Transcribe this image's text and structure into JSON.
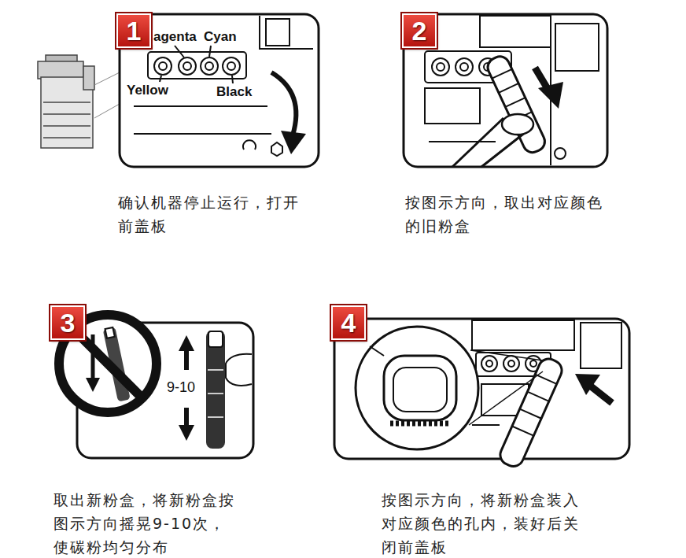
{
  "diagram": {
    "nodes": [
      {
        "text": [
          "1"
        ]
      },
      {
        "text": [
          "2"
        ]
      },
      {
        "text": [
          "3"
        ]
      },
      {
        "text": [
          "4"
        ]
      }
    ],
    "labels": [
      "agenta",
      "Cyan",
      "Yellow",
      "Black",
      "9-10",
      "确认机器停止运行，打开前盖板",
      "按图示方向，取出对应颜色的旧粉盒",
      "取出新粉盒，将新粉盒按图示方向摇晃9-10次，使碳粉均匀分布",
      "按图示方向，将新粉盒装入对应颜色的孔内，装好后关闭前盖板"
    ]
  }
}
